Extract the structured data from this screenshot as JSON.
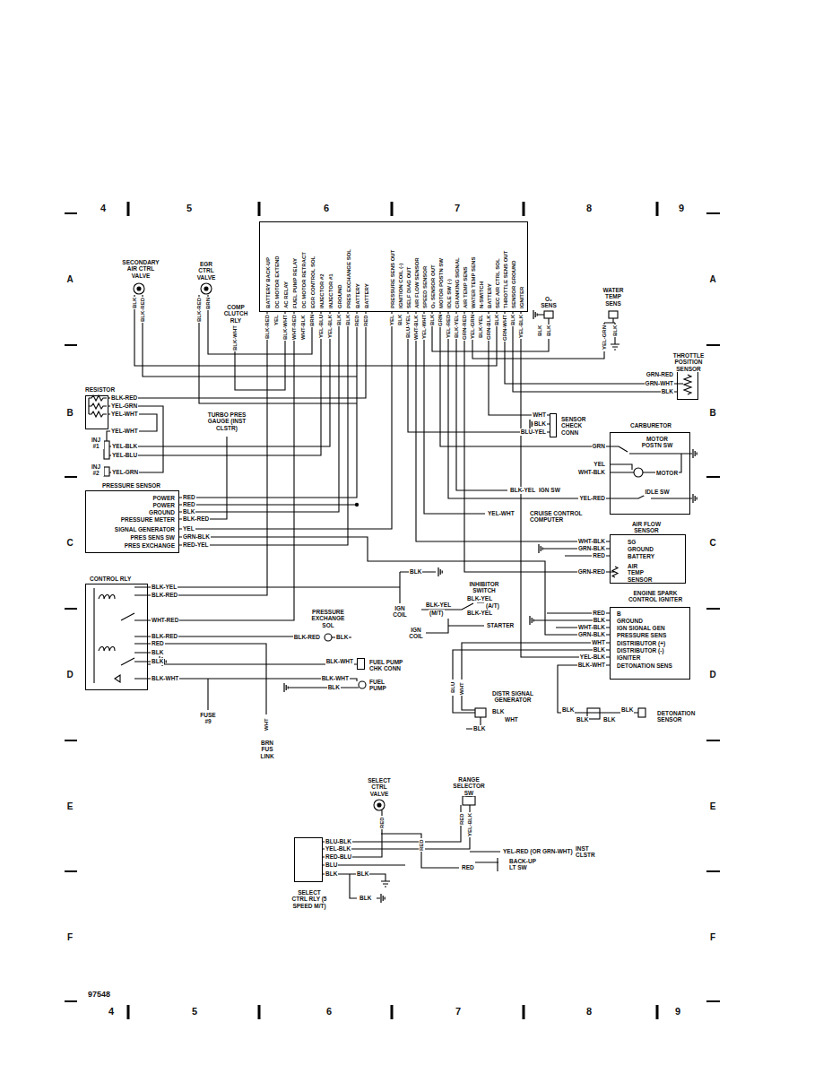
{
  "diagram": {
    "nodes": [
      {
        "text": [
          "BATTERY BACK-UP",
          "DC MOTOR EXTEND",
          "AC RELAY",
          "FUEL PUMP RELAY",
          "DC MOTOR RETRACT",
          "EGR CONTROL SOL",
          "INJECTOR #2",
          "INJECTOR #1",
          "GROUND",
          "PRES EXCHANGE SOL",
          "BATTERY",
          "BATTERY",
          "PRESSURE SENS OUT",
          "IGNITION COIL (-)",
          "SELF DIAG OUT",
          "AIR FLOW SENSOR",
          "SPEED SENSOR",
          "O₂ SENSOR OUT",
          "MOTOR POSTN SW",
          "IDLE SW (-)",
          "CRANKING SIGNAL",
          "AIR TEMP SENS",
          "WATER TEMP SENS",
          "N-SWITCH",
          "BATTERY",
          "SEC AIR CTRL SOL",
          "THROTTLE SENS OUT",
          "SENSOR GROUND",
          "IGNITER"
        ]
      },
      {
        "text": [
          "THROTTLE POSITION SENSOR"
        ]
      },
      {
        "text": [
          "RESISTOR"
        ]
      },
      {
        "text": [
          "SENSOR CHECK CONN"
        ]
      },
      {
        "text": [
          "CARBURETOR",
          "MOTOR POSTN SW",
          "MOTOR",
          "IDLE SW"
        ]
      },
      {
        "text": [
          "PRESSURE SENSOR",
          "POWER",
          "POWER",
          "GROUND",
          "PRESSURE METER",
          "SIGNAL GENERATOR",
          "PRES SENS SW",
          "PRES EXCHANGE"
        ]
      },
      {
        "text": [
          "AIR FLOW SENSOR",
          "SG",
          "GROUND",
          "BATTERY",
          "AIR TEMP SENSOR"
        ]
      },
      {
        "text": [
          "CONTROL RLY"
        ]
      },
      {
        "text": [
          "ENGINE SPARK CONTROL IGNITER",
          "B",
          "GROUND",
          "IGN SIGNAL GEN",
          "PRESSURE SENS",
          "DISTRIBUTOR (+)",
          "DISTRIBUTOR (-)",
          "IGNITER",
          "DETONATION SENS"
        ]
      },
      {
        "text": [
          "FUEL PUMP CHK CONN"
        ]
      },
      {
        "text": [
          "SELECT CTRL RLY (5 SPEED M/T)"
        ]
      }
    ],
    "edges": [
      {
        "from": 0,
        "to": 5,
        "arrow": "none"
      },
      {
        "from": 0,
        "to": 5,
        "arrow": "none"
      },
      {
        "from": 0,
        "to": 6,
        "arrow": "none"
      },
      {
        "from": 0,
        "to": 6,
        "arrow": "none"
      },
      {
        "from": 0,
        "to": 8,
        "arrow": "none"
      },
      {
        "from": 0,
        "to": 4,
        "arrow": "none"
      },
      {
        "from": 0,
        "to": 4,
        "arrow": "none"
      },
      {
        "from": 0,
        "to": 3,
        "arrow": "none"
      },
      {
        "from": 0,
        "to": 1,
        "arrow": "none"
      },
      {
        "from": 0,
        "to": 1,
        "arrow": "none"
      },
      {
        "from": 0,
        "to": 7,
        "arrow": "none"
      },
      {
        "from": 7,
        "to": 9,
        "arrow": "none"
      },
      {
        "from": 5,
        "to": 8,
        "arrow": "none"
      },
      {
        "from": 7,
        "to": 0,
        "arrow": "none"
      },
      {
        "from": 5,
        "to": 0,
        "arrow": "none"
      },
      {
        "from": 5,
        "to": 0,
        "arrow": "none"
      }
    ],
    "labels": [
      "4",
      "5",
      "6",
      "7",
      "8",
      "9",
      "A",
      "A",
      "B",
      "B",
      "C",
      "C",
      "D",
      "D",
      "SECONDARY AIR CTRL VALVE",
      "EGR CTRL VALVE",
      "BLK",
      "BLK-RED",
      "BLK-RED",
      "BRN",
      "COMP CLUTCH RLY",
      "BLK-WHT",
      "BLK-RED",
      "YEL",
      "BLK-WHT",
      "WHT-RED",
      "WHT-BLK",
      "BRN",
      "YEL-BLU",
      "YEL-BLK",
      "BLK",
      "BLK",
      "RED",
      "RED",
      "YEL",
      "BLK",
      "BLU-YEL",
      "WHT-BLK",
      "YEL-WHT",
      "BLK",
      "GRN",
      "YEL-RED",
      "BLK-YEL",
      "GRN-RED",
      "YEL-GRN",
      "BLK-YEL",
      "GRN-BLK",
      "BLK",
      "GRN-WHT",
      "BLK",
      "YEL-BLK",
      "O₂ SENS",
      "BLK",
      "BLK",
      "WATER TEMP SENS",
      "YEL-GRN",
      "BLK",
      "GRN-RED",
      "GRN-WHT",
      "BLK",
      "BLK-RED",
      "YEL-GRN",
      "YEL-WHT",
      "YEL-WHT",
      "TURBO PRES GAUGE (INST CLSTR)",
      "INJ #1",
      "YEL-BLK",
      "YEL-BLU",
      "INJ #2",
      "YEL-GRN",
      "WHT",
      "BLK",
      "BLU-YEL",
      "GRN",
      "YEL",
      "WHT-BLK",
      "BLK-YEL",
      "IGN SW",
      "YEL-RED",
      "YEL-WHT",
      "CRUISE CONTROL COMPUTER",
      "RED",
      "RED",
      "BLK",
      "BLK-RED",
      "YEL",
      "GRN-BLK",
      "RED-YEL",
      "WHT-BLK",
      "GRN-BLK",
      "RED",
      "GRN-RED",
      "BLK-YEL",
      "BLK-RED",
      "WHT-RED",
      "BLK-RED",
      "RED",
      "BLK",
      "BLK",
      "BLK-WHT",
      "BLK",
      "IGN COIL",
      "INHIBITOR SWITCH",
      "BLK-YEL",
      "(A/T)",
      "BLK-YEL",
      "(M/T)",
      "BLK-YEL",
      "STARTER",
      "PRESSURE EXCHANGE SOL",
      "BLK-RED",
      "BLK",
      "IGN COIL",
      "BLK-WHT",
      "BLK-WHT",
      "BLK",
      "FUEL PUMP",
      "FUSE #9",
      "WHT",
      "BRN FUS LINK",
      "RED",
      "BLK",
      "WHT-BLK",
      "GRN-BLK",
      "WHT",
      "BLK",
      "YEL-BLK",
      "BLK-WHT",
      "BLU",
      "WHT",
      "DISTR SIGNAL GENERATOR",
      "BLK",
      "WHT",
      "BLK",
      "BLK",
      "BLK",
      "BLK",
      "BLK",
      "DETONATION SENSOR",
      "SELECT CTRL VALVE",
      "RED",
      "RANGE SELECTOR SW",
      "RED",
      "YEL-BLK",
      "RED",
      "BLU-BLK",
      "YEL-BLK",
      "RED-BLU",
      "BLU",
      "BLK",
      "BLK",
      "BLK",
      "YEL-RED (OR GRN-WHT)",
      "INST CLSTR",
      "BACK-UP LT SW",
      "RED",
      "97548",
      "4",
      "5",
      "6",
      "7",
      "8",
      "9",
      "E",
      "E",
      "F",
      "F"
    ]
  }
}
